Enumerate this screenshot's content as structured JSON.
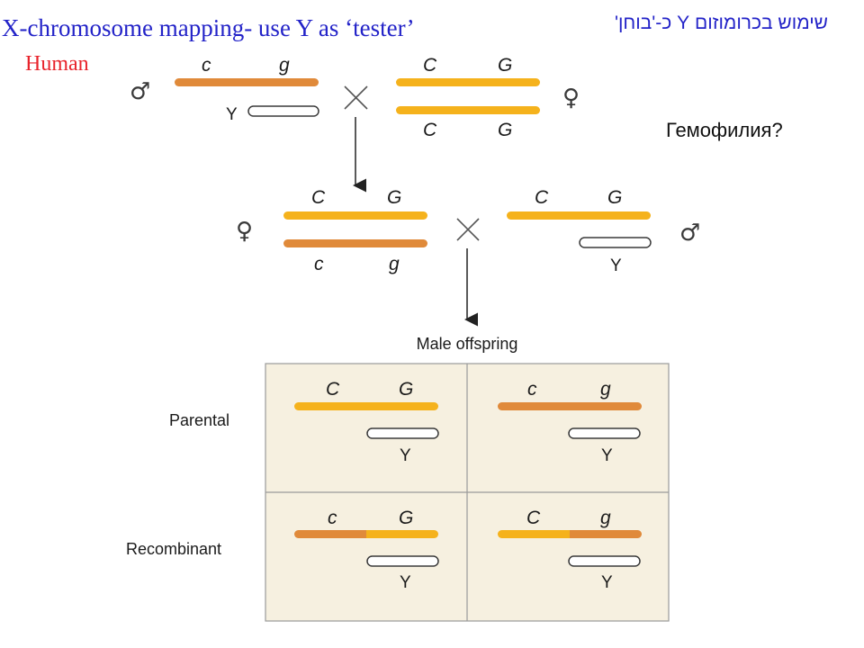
{
  "header": {
    "title": "X-chromosome mapping- use Y as ‘tester’",
    "subtitle": "Human",
    "hebrew_note": "שימוש בכרומוזום Y כ-'בוחן'",
    "question": "Гемофилия?"
  },
  "symbols": {
    "male": "♂",
    "female": "♀"
  },
  "genes": {
    "C": "C",
    "G": "G",
    "c": "c",
    "g": "g",
    "Y": "Y"
  },
  "punnett": {
    "title": "Male offspring",
    "row_labels": [
      "Parental",
      "Recombinant"
    ]
  },
  "colors": {
    "dominant": "#f5b21c",
    "recessive": "#e08a3a",
    "grid_bg": "#f6f0e0",
    "grid_line": "#9a9a9a"
  }
}
